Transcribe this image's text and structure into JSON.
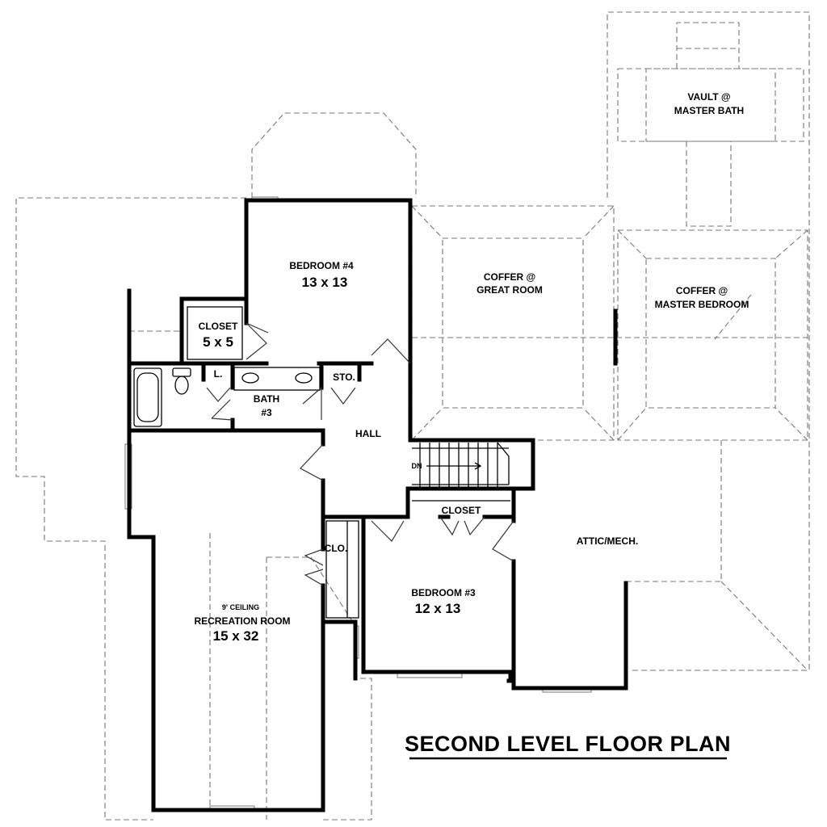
{
  "title": "SECOND LEVEL FLOOR PLAN",
  "rooms": {
    "bedroom4": {
      "name": "BEDROOM #4",
      "size": "13 x 13"
    },
    "closet_upper": {
      "name": "CLOSET",
      "size": "5 x 5"
    },
    "linen": {
      "name": "L."
    },
    "storage": {
      "name": "STO."
    },
    "bath3": {
      "name": "BATH",
      "number": "#3"
    },
    "hall": {
      "name": "HALL"
    },
    "stair": {
      "name": "DN"
    },
    "closet_lower": {
      "name": "CLOSET"
    },
    "clo": {
      "name": "CLO."
    },
    "bedroom3": {
      "name": "BEDROOM #3",
      "size": "12 x 13"
    },
    "attic": {
      "name": "ATTIC/MECH."
    },
    "recreation": {
      "ceiling": "9' CEILING",
      "name": "RECREATION ROOM",
      "size": "15 x 32"
    }
  },
  "ceilings": {
    "great_room": {
      "line1": "COFFER @",
      "line2": "GREAT ROOM"
    },
    "master_bedroom": {
      "line1": "COFFER @",
      "line2": "MASTER BEDROOM"
    },
    "master_bath": {
      "line1": "VAULT @",
      "line2": "MASTER BATH"
    }
  }
}
